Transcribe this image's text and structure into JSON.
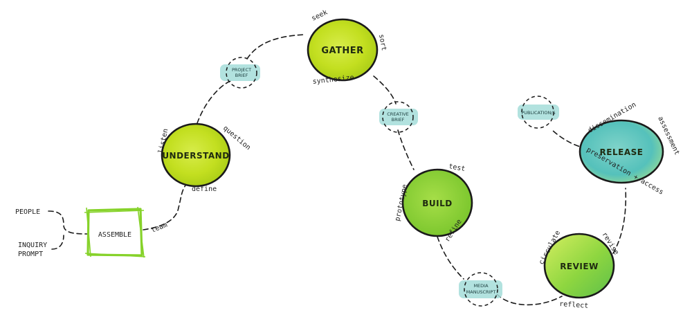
{
  "inputs": {
    "people": "PEOPLE",
    "inquiry_prompt": [
      "INQUIRY",
      "PROMPT"
    ]
  },
  "assemble": {
    "label": "ASSEMBLE",
    "link_label": "team"
  },
  "stages": {
    "understand": {
      "label": "UNDERSTAND",
      "verbs": [
        "listen",
        "question",
        "define"
      ]
    },
    "gather": {
      "label": "GATHER",
      "verbs": [
        "seek",
        "sort",
        "synthesize"
      ]
    },
    "build": {
      "label": "BUILD",
      "verbs": [
        "test",
        "prototype",
        "refine"
      ]
    },
    "review": {
      "label": "REVIEW",
      "verbs": [
        "circulate",
        "revise",
        "reflect"
      ]
    },
    "release": {
      "label": "RELEASE",
      "verbs": [
        "dissemination",
        "assessment",
        "preservation + access"
      ]
    }
  },
  "documents": {
    "project_brief": [
      "PROJECT",
      "BRIEF"
    ],
    "creative_brief": [
      "CREATIVE",
      "BRIEF"
    ],
    "media_manuscript": [
      "MEDIA",
      "MANUSCRIPT"
    ],
    "publications": [
      "PUBLICATION/S"
    ]
  },
  "colors": {
    "lime": "#c6e01c",
    "green": "#8fd335",
    "teal": "#5cc4c0",
    "frame_green": "#86d22a",
    "tag_teal": "#9fdcda",
    "ink": "#1a1a1a"
  }
}
